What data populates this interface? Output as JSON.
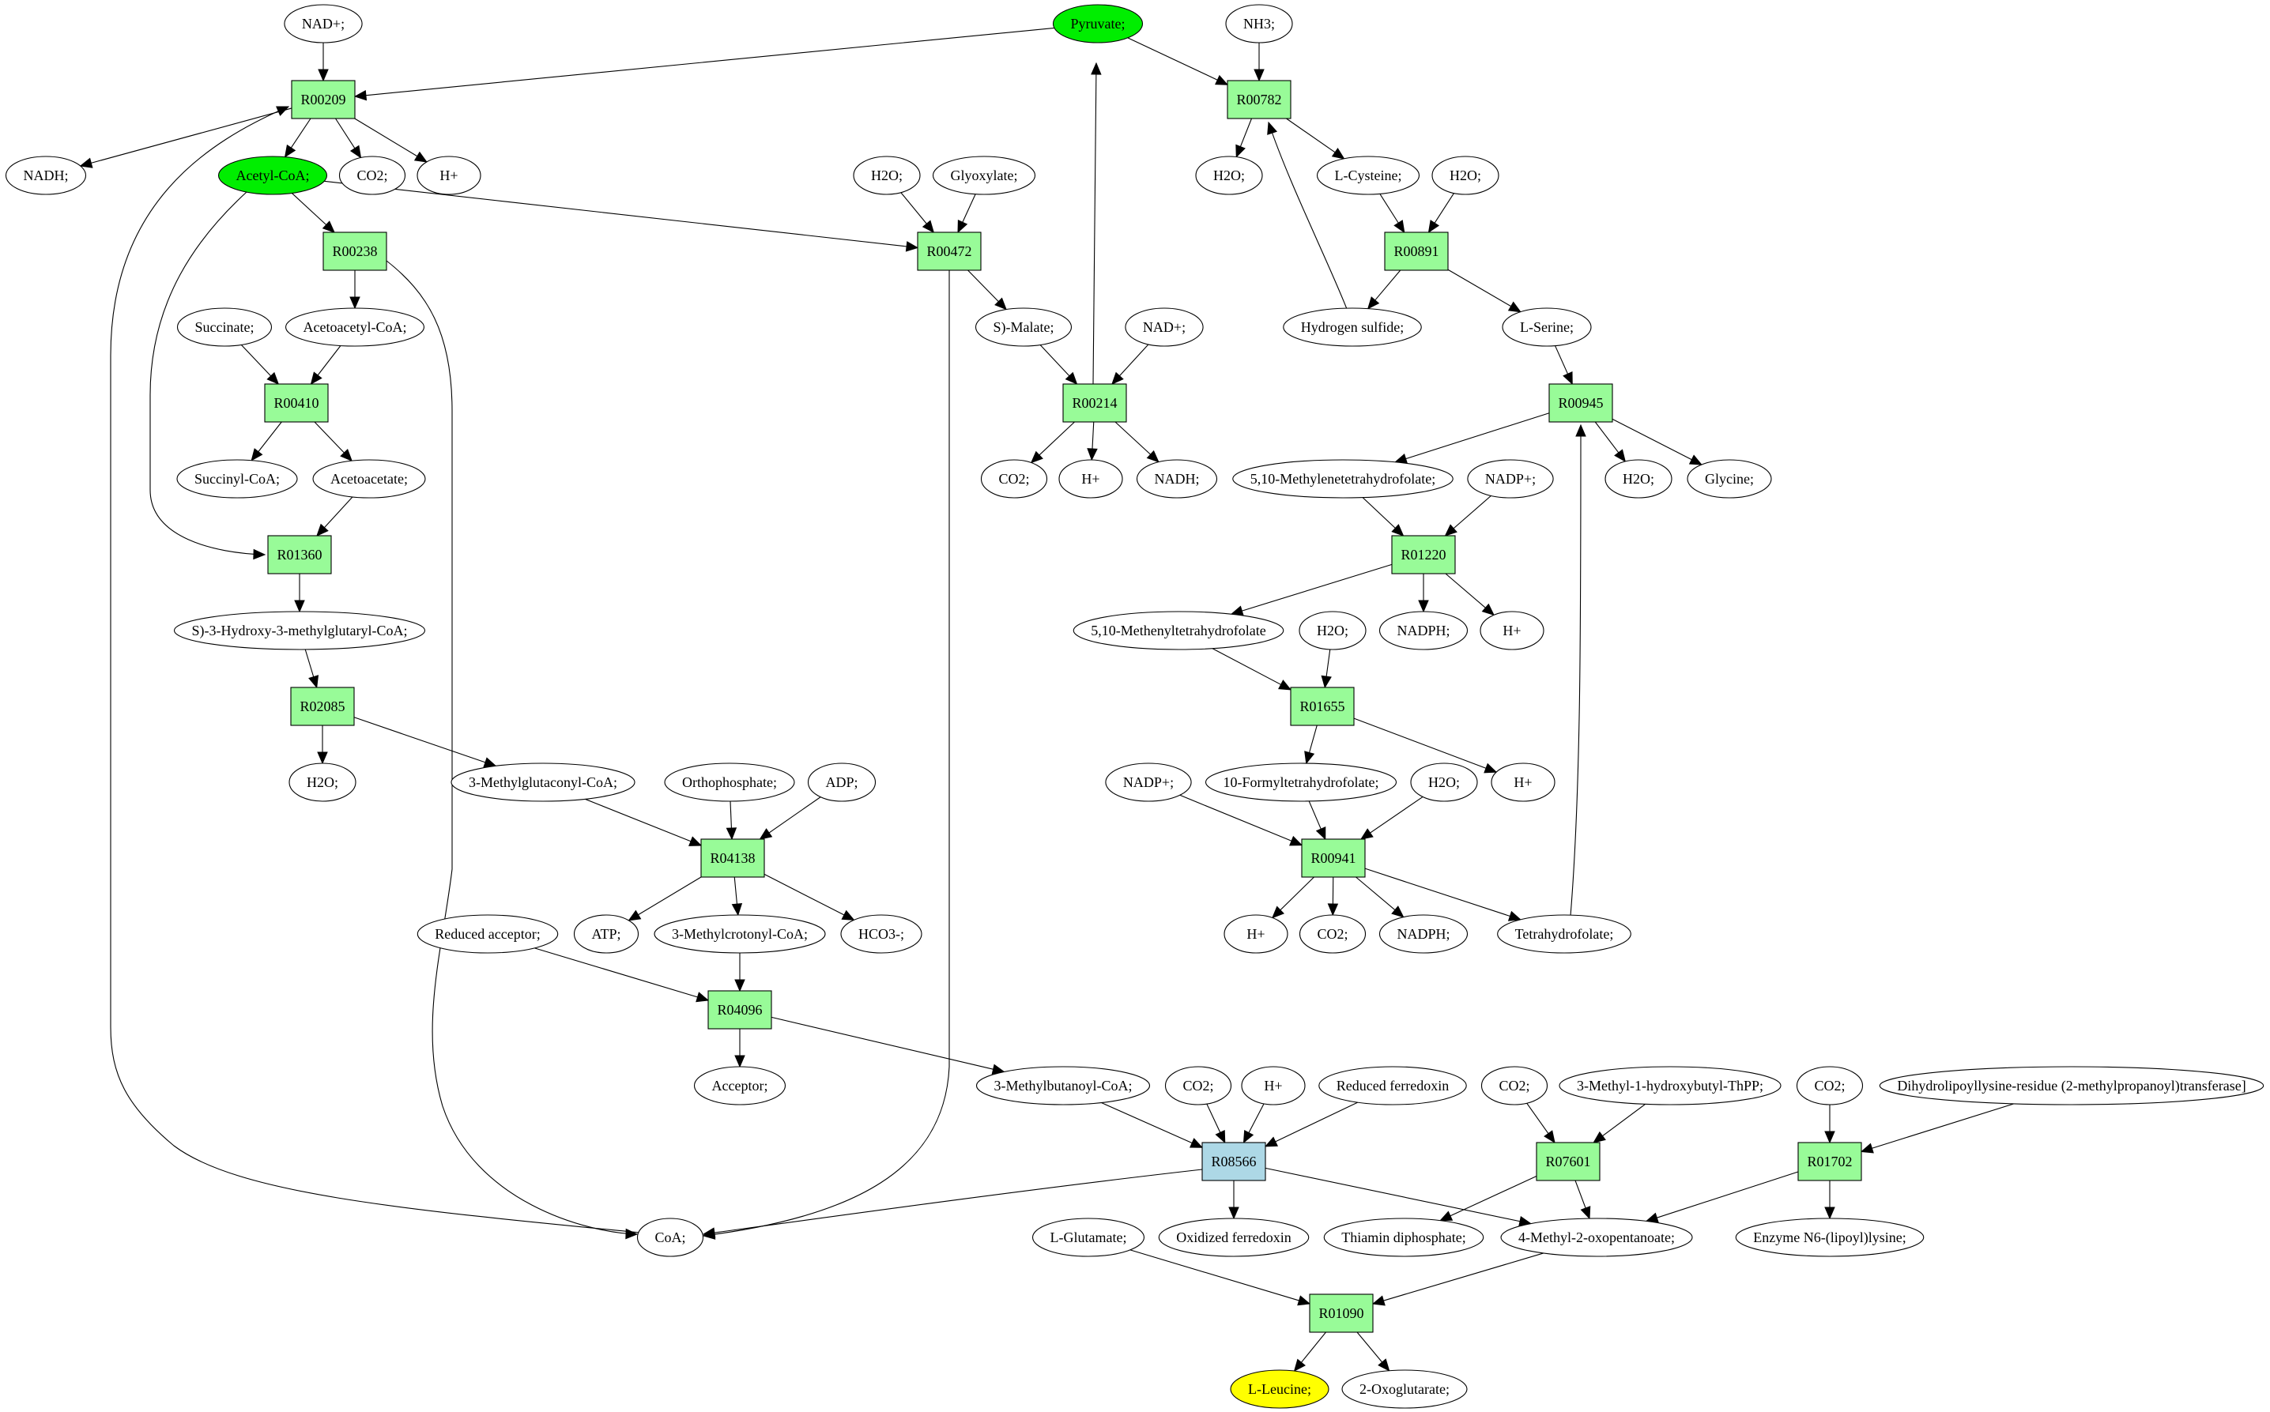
{
  "diagram": {
    "type": "metabolic-pathway-graph",
    "colors": {
      "reaction_default": "#98fb98",
      "reaction_highlight": "#add8e6",
      "compound_default": "#ffffff",
      "compound_source": "#00ee00",
      "compound_target": "#ffff00",
      "edge": "#000000"
    },
    "nodes": [
      {
        "id": "c_nadp_top",
        "kind": "compound",
        "label": "NAD+;",
        "role": "default"
      },
      {
        "id": "c_pyruvate",
        "kind": "compound",
        "label": "Pyruvate;",
        "role": "source"
      },
      {
        "id": "c_nh3",
        "kind": "compound",
        "label": "NH3;",
        "role": "default"
      },
      {
        "id": "r_R00209",
        "kind": "reaction",
        "label": "R00209",
        "role": "default"
      },
      {
        "id": "r_R00782",
        "kind": "reaction",
        "label": "R00782",
        "role": "default"
      },
      {
        "id": "c_nadh_1",
        "kind": "compound",
        "label": "NADH;",
        "role": "default"
      },
      {
        "id": "c_acetylcoa",
        "kind": "compound",
        "label": "Acetyl-CoA;",
        "role": "source"
      },
      {
        "id": "c_co2_1",
        "kind": "compound",
        "label": "CO2;",
        "role": "default"
      },
      {
        "id": "c_hplus_1",
        "kind": "compound",
        "label": "H+",
        "role": "default"
      },
      {
        "id": "c_h2o_1",
        "kind": "compound",
        "label": "H2O;",
        "role": "default"
      },
      {
        "id": "c_glyoxylate",
        "kind": "compound",
        "label": "Glyoxylate;",
        "role": "default"
      },
      {
        "id": "c_h2o_2",
        "kind": "compound",
        "label": "H2O;",
        "role": "default"
      },
      {
        "id": "c_lcysteine",
        "kind": "compound",
        "label": "L-Cysteine;",
        "role": "default"
      },
      {
        "id": "c_h2o_3",
        "kind": "compound",
        "label": "H2O;",
        "role": "default"
      },
      {
        "id": "r_R00238",
        "kind": "reaction",
        "label": "R00238",
        "role": "default"
      },
      {
        "id": "r_R00472",
        "kind": "reaction",
        "label": "R00472",
        "role": "default"
      },
      {
        "id": "r_R00891",
        "kind": "reaction",
        "label": "R00891",
        "role": "default"
      },
      {
        "id": "c_succinate",
        "kind": "compound",
        "label": "Succinate;",
        "role": "default"
      },
      {
        "id": "c_acetoacetylcoa",
        "kind": "compound",
        "label": "Acetoacetyl-CoA;",
        "role": "default"
      },
      {
        "id": "c_smalate",
        "kind": "compound",
        "label": "S)-Malate;",
        "role": "default"
      },
      {
        "id": "c_nad_2",
        "kind": "compound",
        "label": "NAD+;",
        "role": "default"
      },
      {
        "id": "c_h2s",
        "kind": "compound",
        "label": "Hydrogen sulfide;",
        "role": "default"
      },
      {
        "id": "c_lserine",
        "kind": "compound",
        "label": "L-Serine;",
        "role": "default"
      },
      {
        "id": "r_R00410",
        "kind": "reaction",
        "label": "R00410",
        "role": "default"
      },
      {
        "id": "r_R00214",
        "kind": "reaction",
        "label": "R00214",
        "role": "default"
      },
      {
        "id": "r_R00945",
        "kind": "reaction",
        "label": "R00945",
        "role": "default"
      },
      {
        "id": "c_succinylcoa",
        "kind": "compound",
        "label": "Succinyl-CoA;",
        "role": "default"
      },
      {
        "id": "c_acetoacetate",
        "kind": "compound",
        "label": "Acetoacetate;",
        "role": "default"
      },
      {
        "id": "c_co2_2",
        "kind": "compound",
        "label": "CO2;",
        "role": "default"
      },
      {
        "id": "c_hplus_2",
        "kind": "compound",
        "label": "H+",
        "role": "default"
      },
      {
        "id": "c_nadh_2",
        "kind": "compound",
        "label": "NADH;",
        "role": "default"
      },
      {
        "id": "c_methylenethf",
        "kind": "compound",
        "label": "5,10-Methylenetetrahydrofolate;",
        "role": "default"
      },
      {
        "id": "c_nadp_1",
        "kind": "compound",
        "label": "NADP+;",
        "role": "default"
      },
      {
        "id": "c_h2o_4",
        "kind": "compound",
        "label": "H2O;",
        "role": "default"
      },
      {
        "id": "c_glycine",
        "kind": "compound",
        "label": "Glycine;",
        "role": "default"
      },
      {
        "id": "r_R01360",
        "kind": "reaction",
        "label": "R01360",
        "role": "default"
      },
      {
        "id": "r_R01220",
        "kind": "reaction",
        "label": "R01220",
        "role": "default"
      },
      {
        "id": "c_hmgcoa",
        "kind": "compound",
        "label": "S)-3-Hydroxy-3-methylglutaryl-CoA;",
        "role": "default"
      },
      {
        "id": "c_methenylthf",
        "kind": "compound",
        "label": "5,10-Methenyltetrahydrofolate",
        "role": "default"
      },
      {
        "id": "c_h2o_5",
        "kind": "compound",
        "label": "H2O;",
        "role": "default"
      },
      {
        "id": "c_nadph_1",
        "kind": "compound",
        "label": "NADPH;",
        "role": "default"
      },
      {
        "id": "c_hplus_3",
        "kind": "compound",
        "label": "H+",
        "role": "default"
      },
      {
        "id": "r_R02085",
        "kind": "reaction",
        "label": "R02085",
        "role": "default"
      },
      {
        "id": "r_R01655",
        "kind": "reaction",
        "label": "R01655",
        "role": "default"
      },
      {
        "id": "c_h2o_6",
        "kind": "compound",
        "label": "H2O;",
        "role": "default"
      },
      {
        "id": "c_methylglutaconylcoa",
        "kind": "compound",
        "label": "3-Methylglutaconyl-CoA;",
        "role": "default"
      },
      {
        "id": "c_orthophosphate",
        "kind": "compound",
        "label": "Orthophosphate;",
        "role": "default"
      },
      {
        "id": "c_adp",
        "kind": "compound",
        "label": "ADP;",
        "role": "default"
      },
      {
        "id": "c_nadp_2",
        "kind": "compound",
        "label": "NADP+;",
        "role": "default"
      },
      {
        "id": "c_formylthf",
        "kind": "compound",
        "label": "10-Formyltetrahydrofolate;",
        "role": "default"
      },
      {
        "id": "c_h2o_7",
        "kind": "compound",
        "label": "H2O;",
        "role": "default"
      },
      {
        "id": "c_hplus_4",
        "kind": "compound",
        "label": "H+",
        "role": "default"
      },
      {
        "id": "r_R04138",
        "kind": "reaction",
        "label": "R04138",
        "role": "default"
      },
      {
        "id": "r_R00941",
        "kind": "reaction",
        "label": "R00941",
        "role": "default"
      },
      {
        "id": "c_reducedacceptor",
        "kind": "compound",
        "label": "Reduced acceptor;",
        "role": "default"
      },
      {
        "id": "c_atp",
        "kind": "compound",
        "label": "ATP;",
        "role": "default"
      },
      {
        "id": "c_methylcrotonylcoa",
        "kind": "compound",
        "label": "3-Methylcrotonyl-CoA;",
        "role": "default"
      },
      {
        "id": "c_hco3",
        "kind": "compound",
        "label": "HCO3-;",
        "role": "default"
      },
      {
        "id": "c_hplus_5",
        "kind": "compound",
        "label": "H+",
        "role": "default"
      },
      {
        "id": "c_co2_3",
        "kind": "compound",
        "label": "CO2;",
        "role": "default"
      },
      {
        "id": "c_nadph_2",
        "kind": "compound",
        "label": "NADPH;",
        "role": "default"
      },
      {
        "id": "c_thf",
        "kind": "compound",
        "label": "Tetrahydrofolate;",
        "role": "default"
      },
      {
        "id": "r_R04096",
        "kind": "reaction",
        "label": "R04096",
        "role": "default"
      },
      {
        "id": "c_acceptor",
        "kind": "compound",
        "label": "Acceptor;",
        "role": "default"
      },
      {
        "id": "c_methylbutanoylcoa",
        "kind": "compound",
        "label": "3-Methylbutanoyl-CoA;",
        "role": "default"
      },
      {
        "id": "c_co2_4",
        "kind": "compound",
        "label": "CO2;",
        "role": "default"
      },
      {
        "id": "c_hplus_6",
        "kind": "compound",
        "label": "H+",
        "role": "default"
      },
      {
        "id": "c_redferredoxin",
        "kind": "compound",
        "label": "Reduced ferredoxin",
        "role": "default"
      },
      {
        "id": "c_co2_5",
        "kind": "compound",
        "label": "CO2;",
        "role": "default"
      },
      {
        "id": "c_mhbthpp",
        "kind": "compound",
        "label": "3-Methyl-1-hydroxybutyl-ThPP;",
        "role": "default"
      },
      {
        "id": "c_co2_6",
        "kind": "compound",
        "label": "CO2;",
        "role": "default"
      },
      {
        "id": "c_dihydrolipoyl",
        "kind": "compound",
        "label": "Dihydrolipoyllysine-residue (2-methylpropanoyl)transferase]",
        "role": "default"
      },
      {
        "id": "r_R08566",
        "kind": "reaction",
        "label": "R08566",
        "role": "highlight"
      },
      {
        "id": "r_R07601",
        "kind": "reaction",
        "label": "R07601",
        "role": "default"
      },
      {
        "id": "r_R01702",
        "kind": "reaction",
        "label": "R01702",
        "role": "default"
      },
      {
        "id": "c_coa",
        "kind": "compound",
        "label": "CoA;",
        "role": "default"
      },
      {
        "id": "c_lglutamate",
        "kind": "compound",
        "label": "L-Glutamate;",
        "role": "default"
      },
      {
        "id": "c_oxferredoxin",
        "kind": "compound",
        "label": "Oxidized ferredoxin",
        "role": "default"
      },
      {
        "id": "c_thiamindp",
        "kind": "compound",
        "label": "Thiamin diphosphate;",
        "role": "default"
      },
      {
        "id": "c_methyloxopentanoate",
        "kind": "compound",
        "label": "4-Methyl-2-oxopentanoate;",
        "role": "default"
      },
      {
        "id": "c_enzymen6",
        "kind": "compound",
        "label": "Enzyme N6-(lipoyl)lysine;",
        "role": "default"
      },
      {
        "id": "r_R01090",
        "kind": "reaction",
        "label": "R01090",
        "role": "default"
      },
      {
        "id": "c_lleucine",
        "kind": "compound",
        "label": "L-Leucine;",
        "role": "target"
      },
      {
        "id": "c_oxoglutarate",
        "kind": "compound",
        "label": "2-Oxoglutarate;",
        "role": "default"
      }
    ],
    "edges": [
      [
        "c_nadp_top",
        "r_R00209"
      ],
      [
        "c_pyruvate",
        "r_R00209"
      ],
      [
        "c_coa",
        "r_R00209"
      ],
      [
        "r_R00209",
        "c_nadh_1"
      ],
      [
        "r_R00209",
        "c_acetylcoa"
      ],
      [
        "r_R00209",
        "c_co2_1"
      ],
      [
        "r_R00209",
        "c_hplus_1"
      ],
      [
        "c_acetylcoa",
        "r_R00238"
      ],
      [
        "c_acetylcoa",
        "r_R00472"
      ],
      [
        "c_acetylcoa",
        "r_R01360"
      ],
      [
        "r_R00238",
        "c_acetoacetylcoa"
      ],
      [
        "r_R00238",
        "c_coa"
      ],
      [
        "c_succinate",
        "r_R00410"
      ],
      [
        "c_acetoacetylcoa",
        "r_R00410"
      ],
      [
        "r_R00410",
        "c_succinylcoa"
      ],
      [
        "r_R00410",
        "c_acetoacetate"
      ],
      [
        "c_acetoacetate",
        "r_R01360"
      ],
      [
        "r_R01360",
        "c_hmgcoa"
      ],
      [
        "c_hmgcoa",
        "r_R02085"
      ],
      [
        "r_R02085",
        "c_h2o_6"
      ],
      [
        "r_R02085",
        "c_methylglutaconylcoa"
      ],
      [
        "c_methylglutaconylcoa",
        "r_R04138"
      ],
      [
        "c_orthophosphate",
        "r_R04138"
      ],
      [
        "c_adp",
        "r_R04138"
      ],
      [
        "r_R04138",
        "c_atp"
      ],
      [
        "r_R04138",
        "c_methylcrotonylcoa"
      ],
      [
        "r_R04138",
        "c_hco3"
      ],
      [
        "c_reducedacceptor",
        "r_R04096"
      ],
      [
        "c_methylcrotonylcoa",
        "r_R04096"
      ],
      [
        "r_R04096",
        "c_acceptor"
      ],
      [
        "r_R04096",
        "c_methylbutanoylcoa"
      ],
      [
        "c_methylbutanoylcoa",
        "r_R08566"
      ],
      [
        "c_co2_4",
        "r_R08566"
      ],
      [
        "c_hplus_6",
        "r_R08566"
      ],
      [
        "c_redferredoxin",
        "r_R08566"
      ],
      [
        "r_R08566",
        "c_coa"
      ],
      [
        "r_R08566",
        "c_oxferredoxin"
      ],
      [
        "r_R08566",
        "c_methyloxopentanoate"
      ],
      [
        "c_co2_5",
        "r_R07601"
      ],
      [
        "c_mhbthpp",
        "r_R07601"
      ],
      [
        "r_R07601",
        "c_thiamindp"
      ],
      [
        "r_R07601",
        "c_methyloxopentanoate"
      ],
      [
        "c_co2_6",
        "r_R01702"
      ],
      [
        "c_dihydrolipoyl",
        "r_R01702"
      ],
      [
        "r_R01702",
        "c_enzymen6"
      ],
      [
        "r_R01702",
        "c_methyloxopentanoate"
      ],
      [
        "c_lglutamate",
        "r_R01090"
      ],
      [
        "c_methyloxopentanoate",
        "r_R01090"
      ],
      [
        "r_R01090",
        "c_lleucine"
      ],
      [
        "r_R01090",
        "c_oxoglutarate"
      ],
      [
        "c_h2o_1",
        "r_R00472"
      ],
      [
        "c_glyoxylate",
        "r_R00472"
      ],
      [
        "r_R00472",
        "c_smalate"
      ],
      [
        "r_R00472",
        "c_coa"
      ],
      [
        "c_smalate",
        "r_R00214"
      ],
      [
        "c_nad_2",
        "r_R00214"
      ],
      [
        "r_R00214",
        "c_co2_2"
      ],
      [
        "r_R00214",
        "c_hplus_2"
      ],
      [
        "r_R00214",
        "c_nadh_2"
      ],
      [
        "r_R00214",
        "c_pyruvate"
      ],
      [
        "c_pyruvate",
        "r_R00782"
      ],
      [
        "c_nh3",
        "r_R00782"
      ],
      [
        "c_h2s",
        "r_R00782"
      ],
      [
        "r_R00782",
        "c_h2o_2"
      ],
      [
        "r_R00782",
        "c_lcysteine"
      ],
      [
        "c_lcysteine",
        "r_R00891"
      ],
      [
        "c_h2o_3",
        "r_R00891"
      ],
      [
        "r_R00891",
        "c_h2s"
      ],
      [
        "r_R00891",
        "c_lserine"
      ],
      [
        "c_lserine",
        "r_R00945"
      ],
      [
        "c_thf",
        "r_R00945"
      ],
      [
        "r_R00945",
        "c_methylenethf"
      ],
      [
        "r_R00945",
        "c_h2o_4"
      ],
      [
        "r_R00945",
        "c_glycine"
      ],
      [
        "c_methylenethf",
        "r_R01220"
      ],
      [
        "c_nadp_1",
        "r_R01220"
      ],
      [
        "r_R01220",
        "c_methenylthf"
      ],
      [
        "r_R01220",
        "c_nadph_1"
      ],
      [
        "r_R01220",
        "c_hplus_3"
      ],
      [
        "c_methenylthf",
        "r_R01655"
      ],
      [
        "c_h2o_5",
        "r_R01655"
      ],
      [
        "r_R01655",
        "c_formylthf"
      ],
      [
        "r_R01655",
        "c_hplus_4"
      ],
      [
        "c_nadp_2",
        "r_R00941"
      ],
      [
        "c_formylthf",
        "r_R00941"
      ],
      [
        "c_h2o_7",
        "r_R00941"
      ],
      [
        "r_R00941",
        "c_hplus_5"
      ],
      [
        "r_R00941",
        "c_co2_3"
      ],
      [
        "r_R00941",
        "c_nadph_2"
      ],
      [
        "r_R00941",
        "c_thf"
      ]
    ]
  }
}
